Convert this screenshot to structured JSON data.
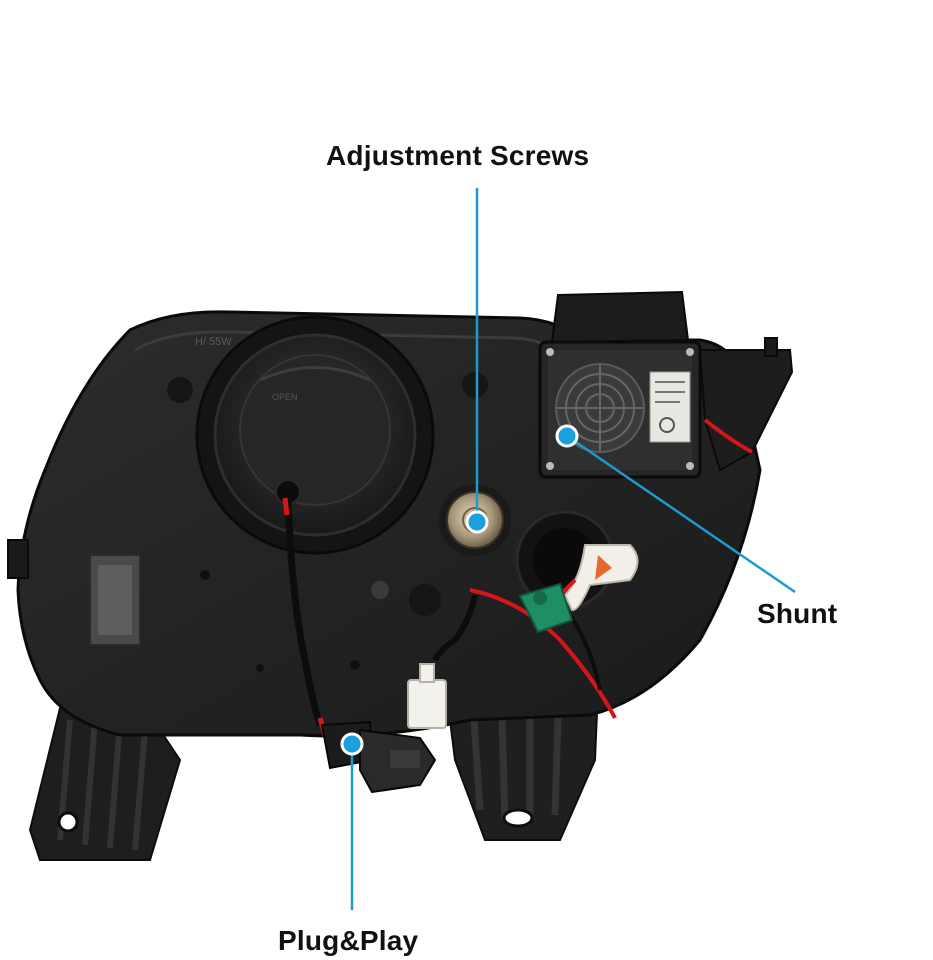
{
  "callouts": {
    "adjustment_screws": "Adjustment Screws",
    "shunt": "Shunt",
    "plug_and_play": "Plug&Play"
  },
  "colors": {
    "callout_line": "#1b9bd1",
    "callout_dot": "#1aa0dc",
    "housing": "#232323",
    "wire_red": "#d4161a",
    "connector_green": "#1f8f63"
  },
  "icons": {
    "fan": "fan-grille-icon",
    "dot": "callout-dot-icon"
  }
}
